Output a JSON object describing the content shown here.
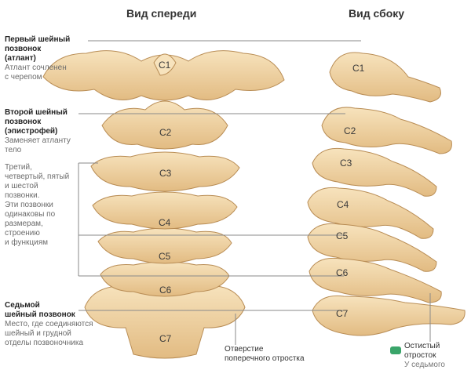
{
  "headers": {
    "front": "Вид спереди",
    "side": "Вид сбоку"
  },
  "annotations": [
    {
      "title": "Первый шейный позвонок (атлант)",
      "title_lines": [
        "Первый шейный",
        "позвонок",
        "(атлант)"
      ],
      "desc_lines": [
        "Атлант сочленен",
        "с черепом"
      ]
    },
    {
      "title": "Второй шейный позвонок (эпистрофей)",
      "title_lines": [
        "Второй шейный",
        "позвонок",
        "(эпистрофей)"
      ],
      "desc_lines": [
        "Заменяет атланту",
        "тело"
      ]
    },
    {
      "title": "",
      "title_lines": [],
      "desc_lines": [
        "Третий,",
        "четвертый, пятый",
        "и шестой",
        "позвонки.",
        "Эти позвонки",
        "одинаковы по",
        "размерам,",
        "строению",
        "и функциям"
      ]
    },
    {
      "title": "Седьмой шейный позвонок",
      "title_lines": [
        "Седьмой",
        "шейный позвонок"
      ],
      "desc_lines": [
        "Место, где соединяются",
        "шейный и грудной",
        "отделы позвоночника"
      ]
    }
  ],
  "bottom_labels": {
    "foramen": [
      "Отверстие",
      "поперечного отростка"
    ],
    "spinous": [
      "Остистый",
      "отросток",
      "У седьмого"
    ]
  },
  "front_vertebrae": [
    "C1",
    "C2",
    "C3",
    "C4",
    "C5",
    "C6",
    "C7"
  ],
  "side_vertebrae": [
    "C1",
    "C2",
    "C3",
    "C4",
    "C5",
    "C6",
    "C7"
  ],
  "colors": {
    "bone": "#f2d5a6",
    "bone_shadow": "#d9b078",
    "bone_dark": "#b98d55",
    "leader": "#8a8a8a",
    "badge": "#3aa56a"
  }
}
